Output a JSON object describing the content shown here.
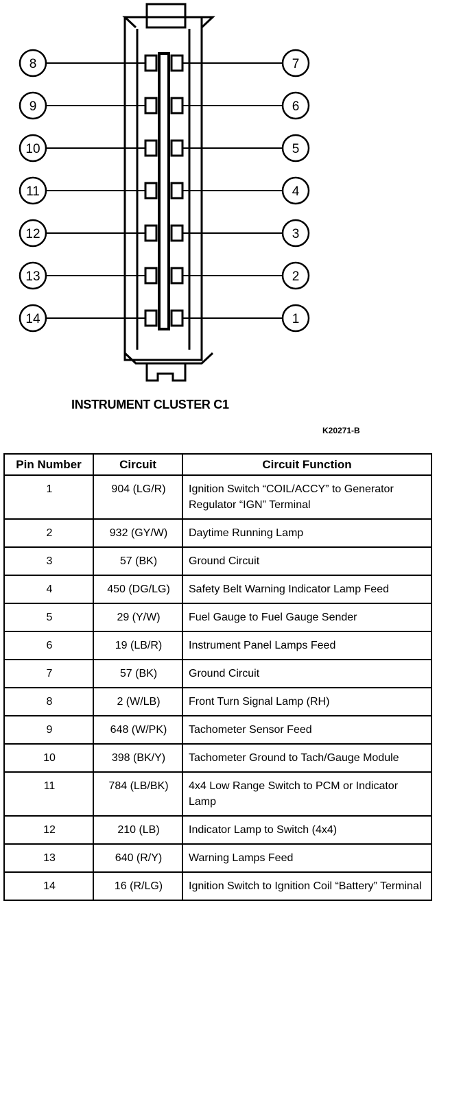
{
  "diagram": {
    "title": "INSTRUMENT CLUSTER C1",
    "figure_code": "K20271-B",
    "left_pins": [
      "8",
      "9",
      "10",
      "11",
      "12",
      "13",
      "14"
    ],
    "right_pins": [
      "7",
      "6",
      "5",
      "4",
      "3",
      "2",
      "1"
    ]
  },
  "table": {
    "headers": {
      "pin": "Pin Number",
      "circuit": "Circuit",
      "function": "Circuit Function"
    },
    "rows": [
      {
        "pin": "1",
        "circuit": "904 (LG/R)",
        "function": "Ignition Switch “COIL/ACCY” to Generator Regulator “IGN” Terminal"
      },
      {
        "pin": "2",
        "circuit": "932 (GY/W)",
        "function": "Daytime Running Lamp"
      },
      {
        "pin": "3",
        "circuit": "57 (BK)",
        "function": "Ground Circuit"
      },
      {
        "pin": "4",
        "circuit": "450 (DG/LG)",
        "function": "Safety Belt Warning Indicator Lamp Feed"
      },
      {
        "pin": "5",
        "circuit": "29 (Y/W)",
        "function": "Fuel Gauge to Fuel Gauge Sender"
      },
      {
        "pin": "6",
        "circuit": "19 (LB/R)",
        "function": "Instrument Panel Lamps Feed"
      },
      {
        "pin": "7",
        "circuit": "57 (BK)",
        "function": "Ground Circuit"
      },
      {
        "pin": "8",
        "circuit": "2 (W/LB)",
        "function": "Front Turn Signal Lamp (RH)"
      },
      {
        "pin": "9",
        "circuit": "648 (W/PK)",
        "function": "Tachometer Sensor Feed"
      },
      {
        "pin": "10",
        "circuit": "398 (BK/Y)",
        "function": "Tachometer Ground to Tach/Gauge Module"
      },
      {
        "pin": "11",
        "circuit": "784 (LB/BK)",
        "function": "4x4 Low Range Switch to PCM or Indicator Lamp"
      },
      {
        "pin": "12",
        "circuit": "210 (LB)",
        "function": "Indicator Lamp to Switch (4x4)"
      },
      {
        "pin": "13",
        "circuit": "640 (R/Y)",
        "function": "Warning Lamps Feed"
      },
      {
        "pin": "14",
        "circuit": "16 (R/LG)",
        "function": "Ignition Switch to Ignition Coil “Battery” Terminal"
      }
    ]
  }
}
